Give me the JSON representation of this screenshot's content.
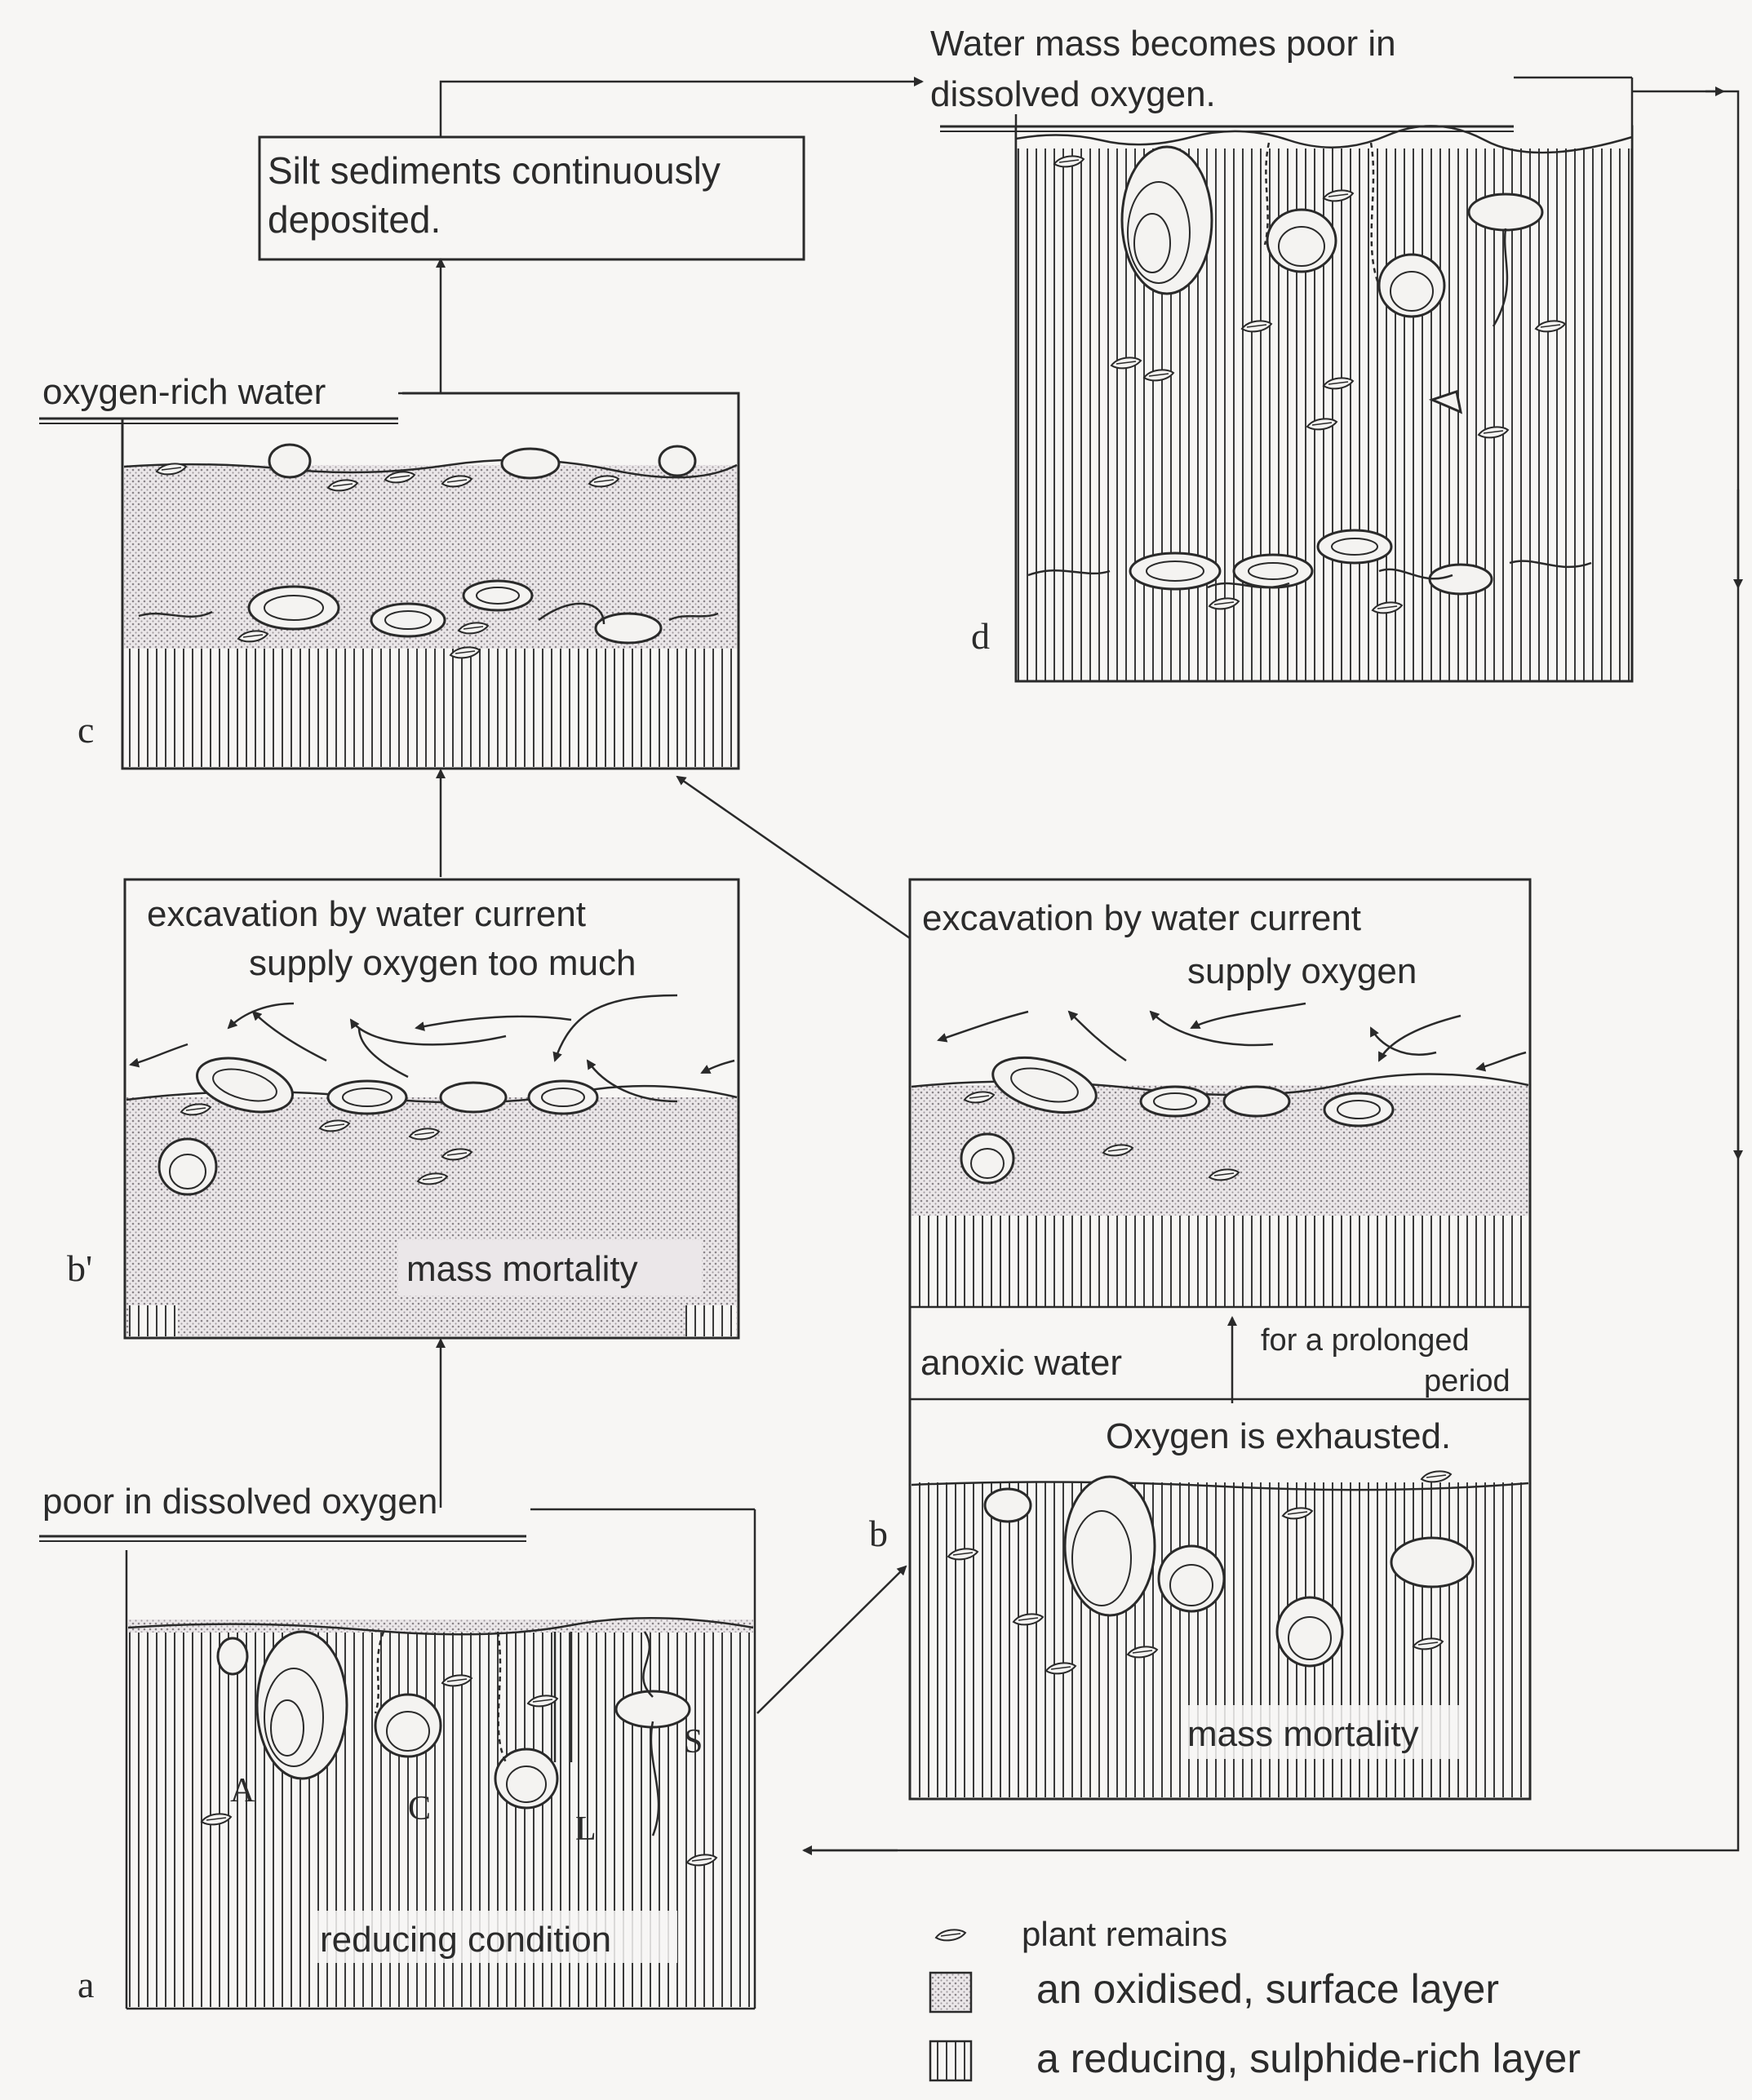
{
  "panels": {
    "a": {
      "label": "a",
      "water_label": "poor in dissolved oxygen",
      "caption": "reducing condition",
      "organism_labels": [
        "A",
        "C",
        "L",
        "S"
      ]
    },
    "b": {
      "label": "b",
      "top_line1": "excavation by water current",
      "top_line2": "supply oxygen",
      "water_label": "anoxic water",
      "period_line1": "for a prolonged",
      "period_line2": "period",
      "exhausted": "Oxygen is exhausted.",
      "caption": "mass mortality"
    },
    "b_prime": {
      "label": "b'",
      "top_line1": "excavation by water current",
      "top_line2": "supply oxygen too much",
      "caption": "mass mortality"
    },
    "c": {
      "label": "c",
      "water_label": "oxygen-rich water"
    },
    "d": {
      "label": "d",
      "water_line1": "Water mass becomes poor in",
      "water_line2": "dissolved oxygen."
    }
  },
  "silt_box": {
    "line1": "Silt sediments continuously",
    "line2": "deposited."
  },
  "legend": {
    "plant": "plant remains",
    "oxidised": "an  oxidised, surface layer",
    "reducing": "a reducing, sulphide-rich layer"
  }
}
